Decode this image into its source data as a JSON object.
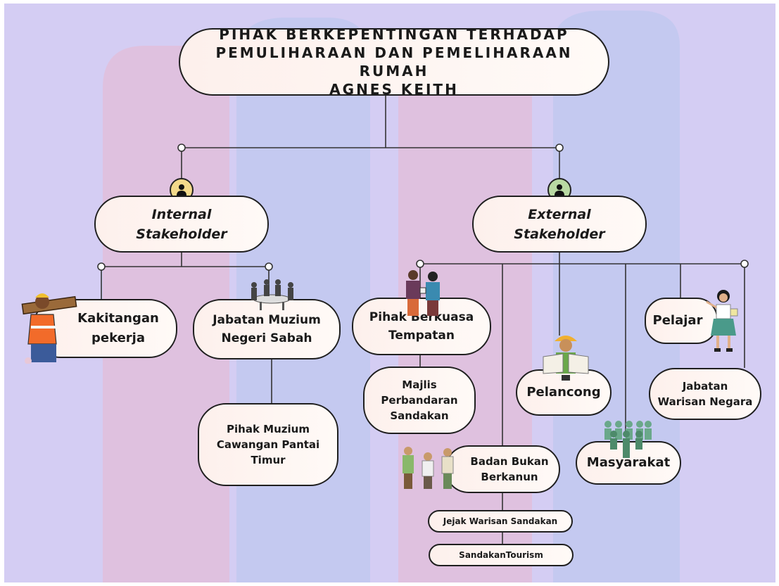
{
  "colors": {
    "background": "#d4cdf3",
    "node_fill": "#fdf0ec",
    "stroke": "#1f1f1f",
    "internal_badge": "#f3d98a",
    "external_badge": "#b9d9a3",
    "bg_pink": "#e9b9cf",
    "bg_blue": "#b7c6ee"
  },
  "title": {
    "line1": "PIHAK BERKEPENTINGAN TERHADAP",
    "line2": "PEMULIHARAAN DAN PEMELIHARAAN RUMAH",
    "line3": "AGNES KEITH"
  },
  "internal": {
    "label": "Internal\nStakeholder",
    "icon": "person-icon",
    "children": {
      "kakitangan": "Kakitangan\npekerja",
      "jabatan_muzium": "Jabatan Muzium\nNegeri Sabah",
      "pihak_muzium": "Pihak Muzium\nCawangan Pantai\nTimur"
    }
  },
  "external": {
    "label": "External\nStakeholder",
    "icon": "person-icon",
    "children": {
      "pihak_berkuasa": "Pihak Berkuasa\nTempatan",
      "majlis": "Majlis\nPerbandaran\nSandakan",
      "badan": "Badan Bukan\nBerkanun",
      "jejak": "Jejak Warisan Sandakan",
      "sandakan_tourism": "SandakanTourism",
      "pelancong": "Pelancong",
      "masyarakat": "Masyarakat",
      "pelajar": "Pelajar",
      "jabatan_warisan": "Jabatan\nWarisan Negara"
    }
  },
  "illustrations": [
    "worker-illustration",
    "meeting-illustration",
    "handshake-illustration",
    "volunteers-illustration",
    "tourist-illustration",
    "crowd-illustration",
    "student-illustration"
  ]
}
